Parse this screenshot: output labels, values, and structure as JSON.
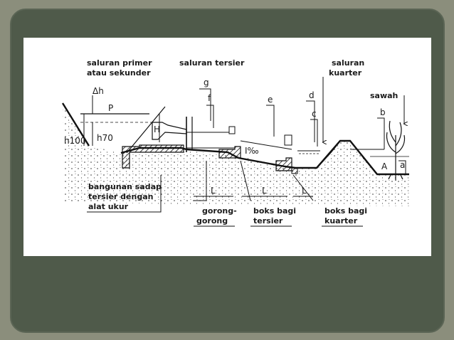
{
  "slide": {
    "background_color": "#8b8e7c",
    "inner_color": "#4f5a4a"
  },
  "labels": {
    "saluran_primer": "saluran primer",
    "atau_sekunder": "atau sekunder",
    "saluran_tersier": "saluran tersier",
    "saluran_kuarter_1": "saluran",
    "saluran_kuarter_2": "kuarter",
    "sawah": "sawah",
    "bangunan_1": "bangunan sadap",
    "bangunan_2": "tersier dengan",
    "bangunan_3": "alat ukur",
    "gorong_1": "gorong-",
    "gorong_2": "gorong",
    "boks_tersier_1": "boks bagi",
    "boks_tersier_2": "tersier",
    "boks_kuarter_1": "boks bagi",
    "boks_kuarter_2": "kuarter"
  },
  "symbols": {
    "delta_h": "Δh",
    "P": "P",
    "H": "H",
    "h70": "h70",
    "h100": "h100",
    "g": "g",
    "f": "f",
    "e": "e",
    "d": "d",
    "c": "c",
    "b": "b",
    "a": "a",
    "A": "A",
    "slope": "I‰",
    "L1": "L",
    "L2": "L",
    "L3": "L"
  }
}
